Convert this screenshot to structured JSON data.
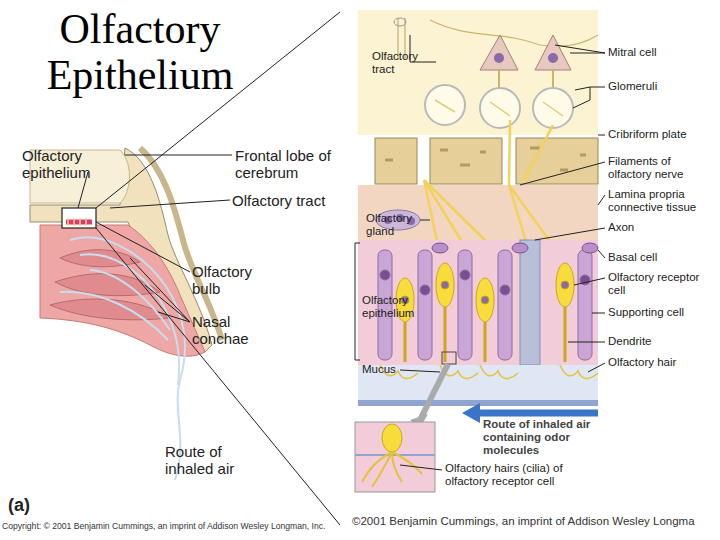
{
  "diagram": {
    "title": "Olfactory Epithelium",
    "labels": [
      "Olfactory epithelium",
      "Frontal lobe of cerebrum",
      "Olfactory tract",
      "Olfactory bulb",
      "Nasal conchae",
      "Route of inhaled air",
      "(a)",
      "Copyright: © 2001 Benjamin Cummings, an imprint of Addison Wesley Longman, Inc.",
      "Olfactory tract",
      "Mitral cell",
      "Glomeruli",
      "Cribriform plate",
      "Filaments of olfactory nerve",
      "Lamina propria connective tissue",
      "Olfactory gland",
      "Axon",
      "Basal cell",
      "Olfactory receptor cell",
      "Olfactory epithelium",
      "Supporting cell",
      "Dendrite",
      "Mucus",
      "Olfactory hair",
      "Route of inhaled air containing odor molecules",
      "Olfactory hairs (cilia) of olfactory receptor cell",
      "©2001 Benjamin Cummings, an imprint of Addison Wesley Longma"
    ]
  }
}
